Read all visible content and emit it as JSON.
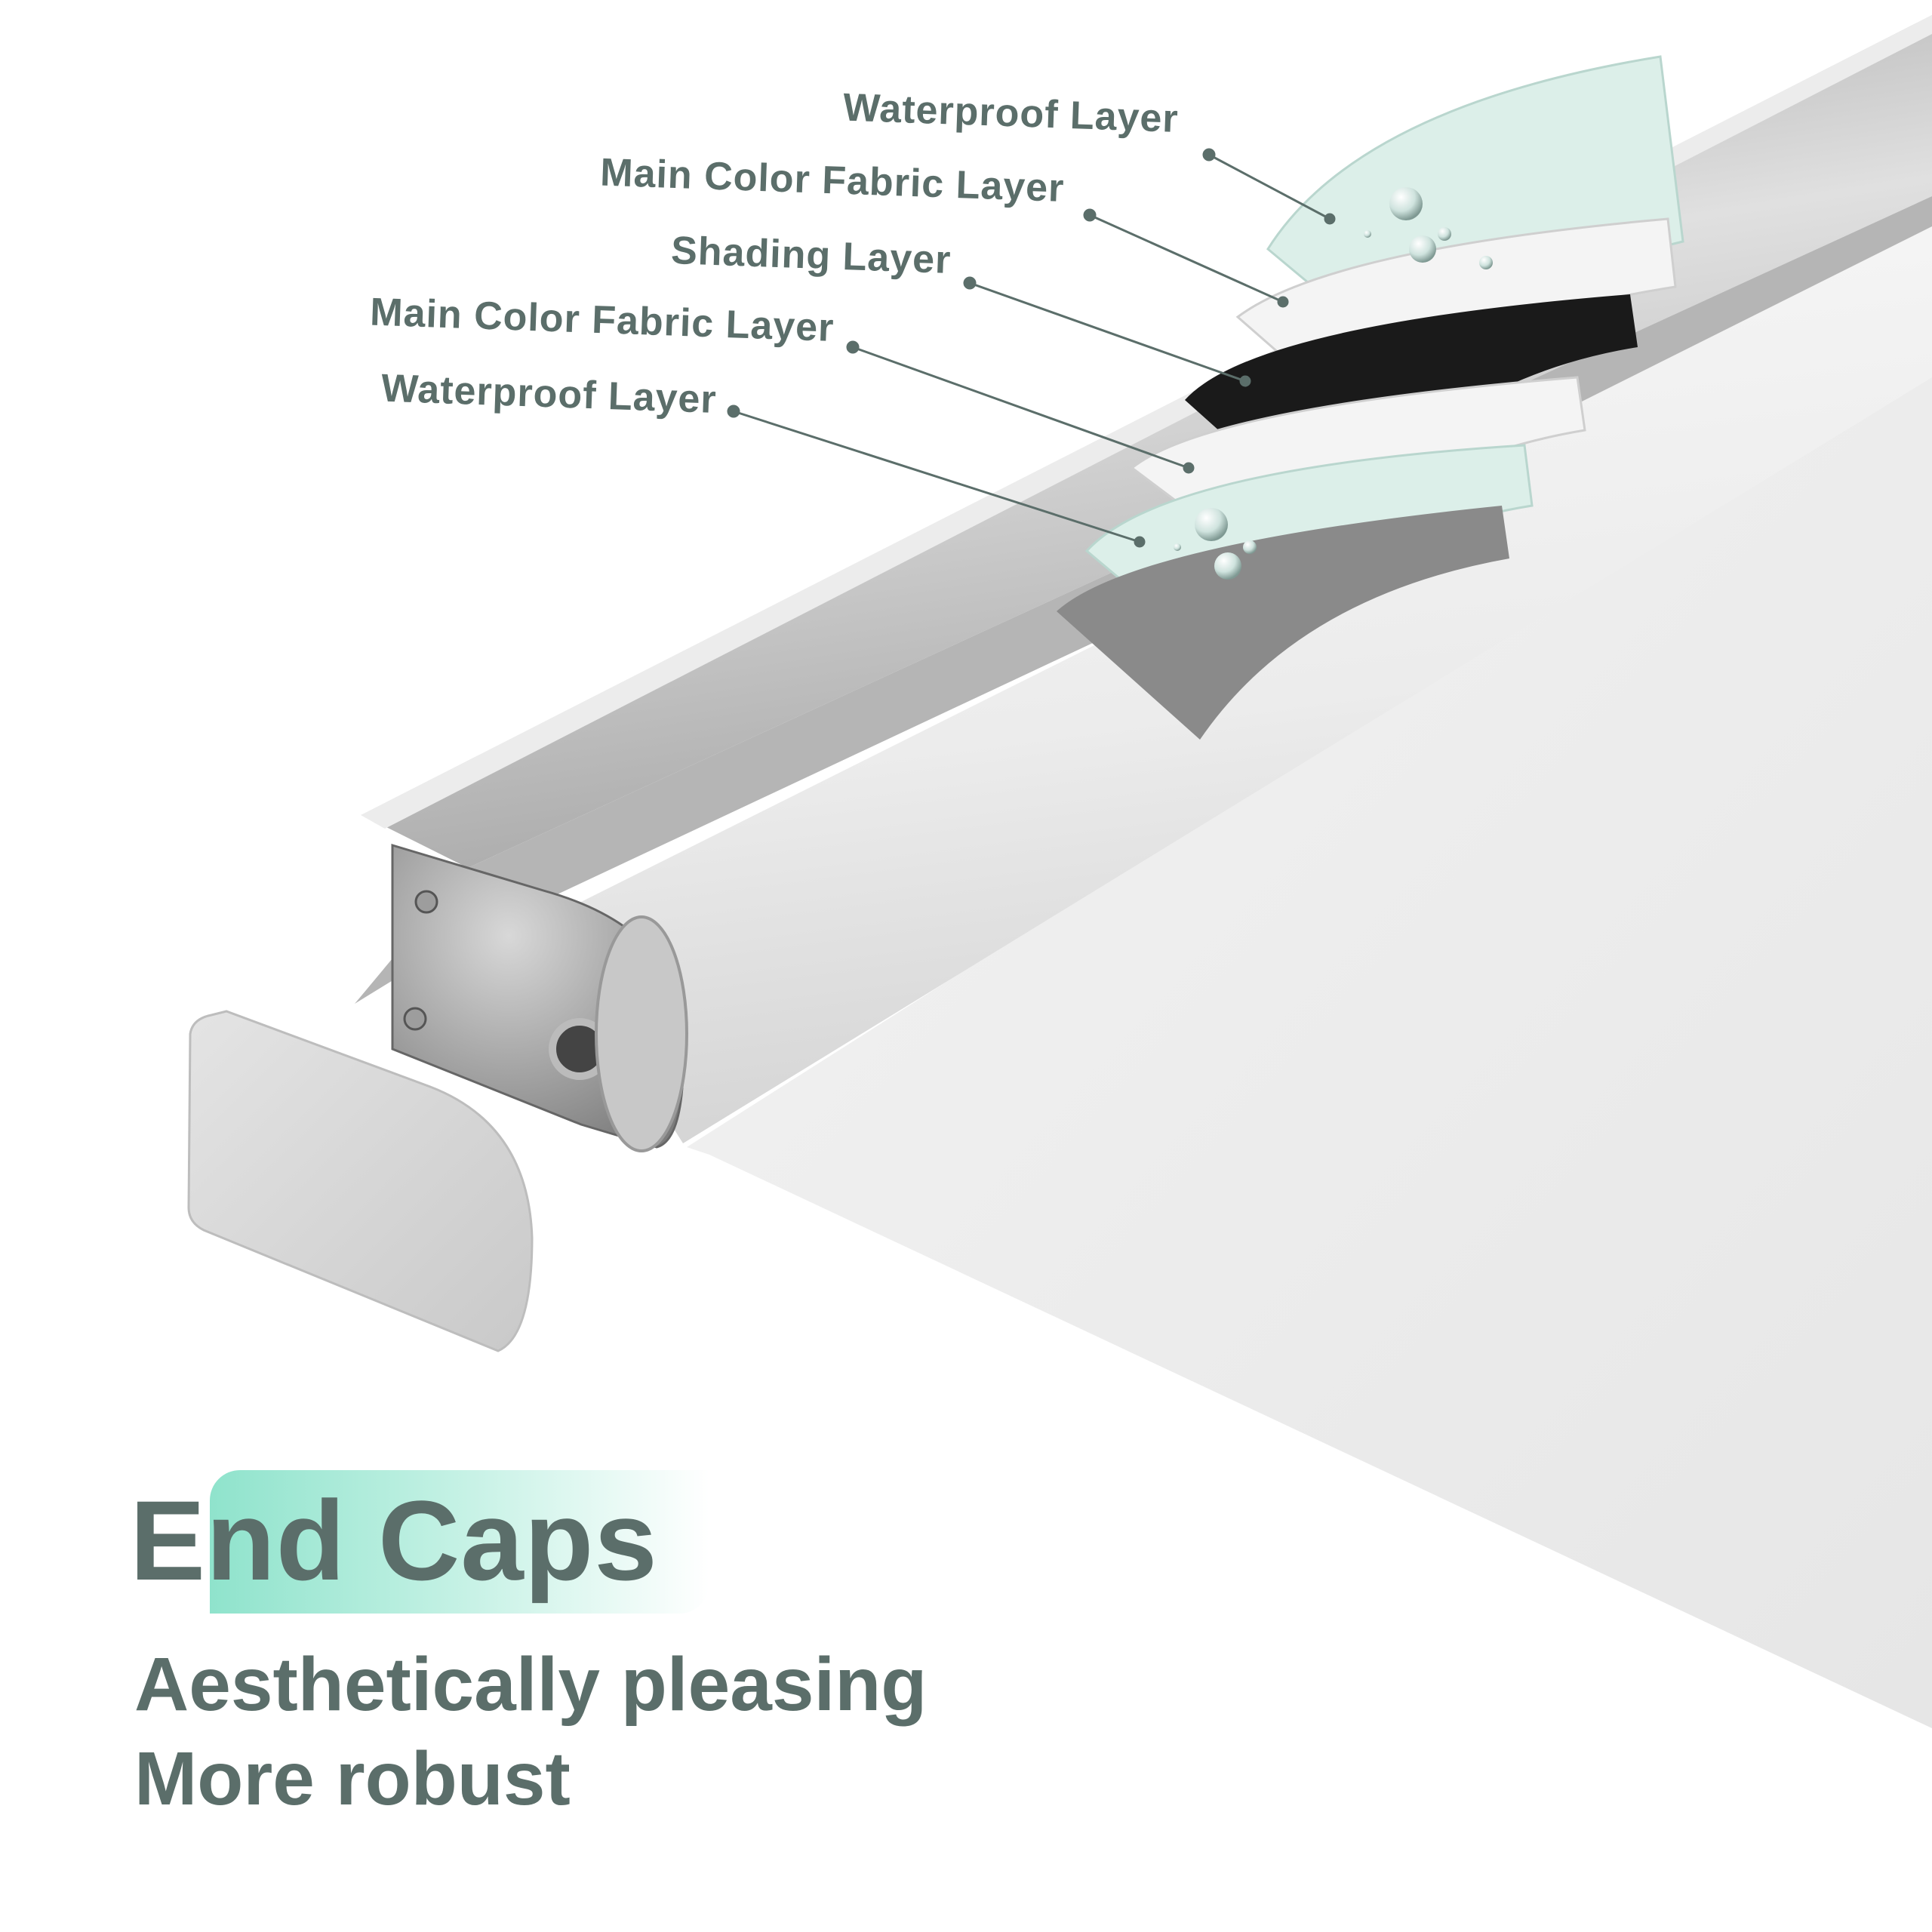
{
  "layers": [
    {
      "label": "Waterproof Layer"
    },
    {
      "label": "Main Color Fabric Layer"
    },
    {
      "label": "Shading Layer"
    },
    {
      "label": "Main Color Fabric Layer"
    },
    {
      "label": "Waterproof Layer"
    }
  ],
  "headline": "End Caps",
  "features": [
    "Aesthetically pleasing",
    "More robust"
  ],
  "colors": {
    "text": "#5b6e6a",
    "accent": "#8fe3cc",
    "waterproof": "#dcefe9",
    "shading": "#1a1a1a",
    "fabric": "#f2f2f2",
    "rail": "#bdbdbd"
  }
}
